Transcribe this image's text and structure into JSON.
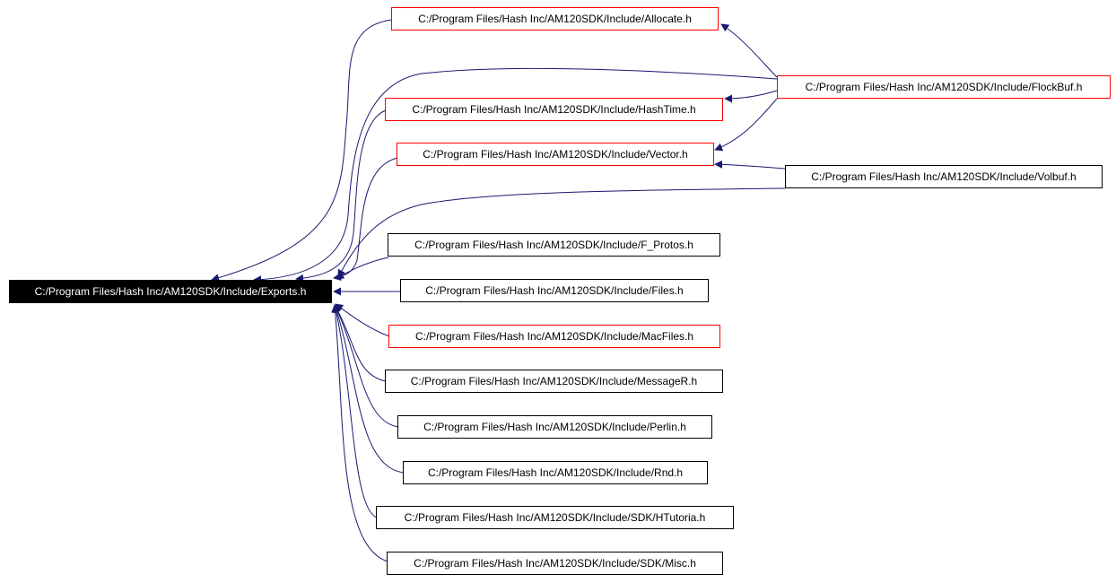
{
  "colors": {
    "edge": "#191970",
    "border_plain": "#000000",
    "border_incomplete": "#ff0000",
    "root_fill": "#000000",
    "root_text": "#ffffff"
  },
  "nodes": {
    "exports": "C:/Program Files/Hash Inc/AM120SDK/Include/Exports.h",
    "allocate": "C:/Program Files/Hash Inc/AM120SDK/Include/Allocate.h",
    "flockbuf": "C:/Program Files/Hash Inc/AM120SDK/Include/FlockBuf.h",
    "hashtime": "C:/Program Files/Hash Inc/AM120SDK/Include/HashTime.h",
    "vector": "C:/Program Files/Hash Inc/AM120SDK/Include/Vector.h",
    "volbuf": "C:/Program Files/Hash Inc/AM120SDK/Include/Volbuf.h",
    "fprotos": "C:/Program Files/Hash Inc/AM120SDK/Include/F_Protos.h",
    "files": "C:/Program Files/Hash Inc/AM120SDK/Include/Files.h",
    "macfiles": "C:/Program Files/Hash Inc/AM120SDK/Include/MacFiles.h",
    "messager": "C:/Program Files/Hash Inc/AM120SDK/Include/MessageR.h",
    "perlin": "C:/Program Files/Hash Inc/AM120SDK/Include/Perlin.h",
    "rnd": "C:/Program Files/Hash Inc/AM120SDK/Include/Rnd.h",
    "htutoria": "C:/Program Files/Hash Inc/AM120SDK/Include/SDK/HTutoria.h",
    "misc": "C:/Program Files/Hash Inc/AM120SDK/Include/SDK/Misc.h"
  }
}
